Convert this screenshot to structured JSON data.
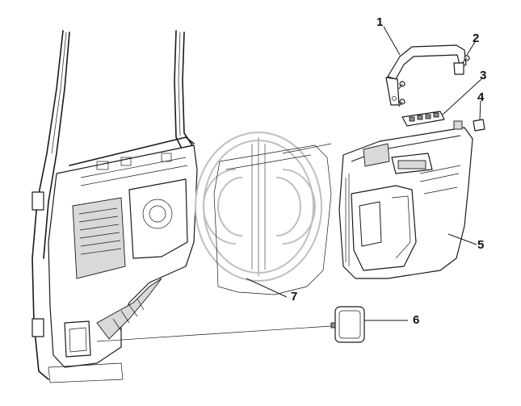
{
  "diagram": {
    "callouts": [
      {
        "id": "1",
        "label": "1"
      },
      {
        "id": "2",
        "label": "2"
      },
      {
        "id": "3",
        "label": "3"
      },
      {
        "id": "4",
        "label": "4"
      },
      {
        "id": "5",
        "label": "5"
      },
      {
        "id": "6",
        "label": "6"
      },
      {
        "id": "7",
        "label": "7"
      }
    ],
    "parts": [
      {
        "callout": "1",
        "icon": "grab-handle"
      },
      {
        "callout": "2",
        "icon": "screw"
      },
      {
        "callout": "3",
        "icon": "window-switch-panel"
      },
      {
        "callout": "4",
        "icon": "plug-cap"
      },
      {
        "callout": "5",
        "icon": "door-trim-panel"
      },
      {
        "callout": "6",
        "icon": "access-cover"
      },
      {
        "callout": "7",
        "icon": "vapor-barrier-sheet"
      }
    ],
    "watermark": {
      "icon": "brand-logo-watermark",
      "color": "#bfbfbf"
    },
    "colors": {
      "line": "#1a1a1a",
      "background": "#ffffff",
      "shade": "#d9d9d9"
    }
  }
}
